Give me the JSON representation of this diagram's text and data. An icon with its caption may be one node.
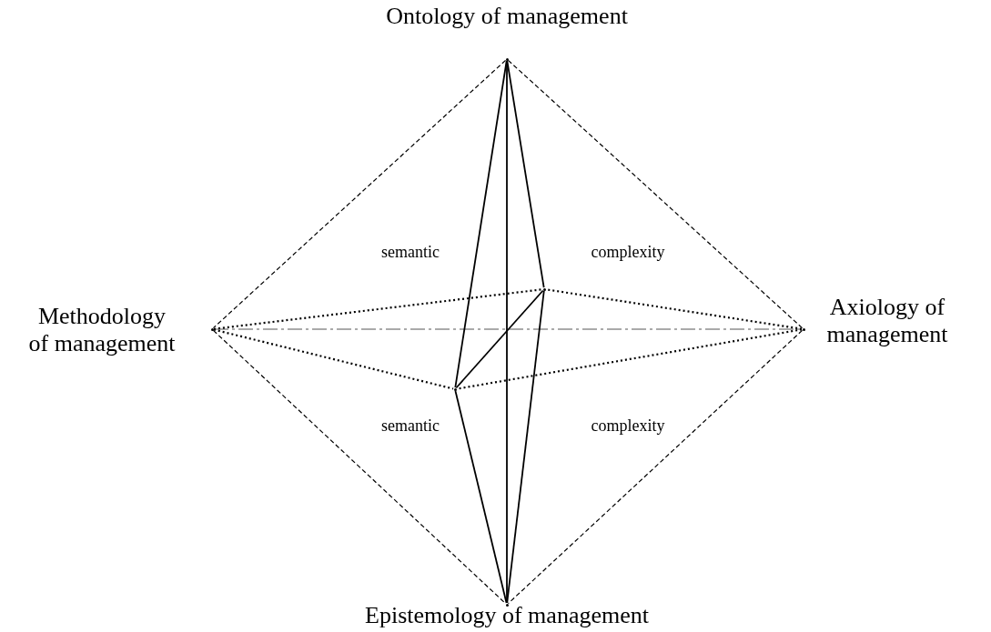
{
  "diagram": {
    "nodes": [
      {
        "text": [],
        "shape": "point",
        "beside": [
          "Ontology of management"
        ]
      },
      {
        "text": [],
        "shape": "point",
        "beside": [
          "Methodology of management"
        ]
      },
      {
        "text": [],
        "shape": "point",
        "beside": [
          "Axiology of management"
        ]
      },
      {
        "text": [],
        "shape": "point",
        "beside": [
          "Epistemology of management"
        ]
      },
      {
        "text": [],
        "shape": "point"
      },
      {
        "text": [],
        "shape": "point"
      }
    ],
    "edges": [
      {
        "from": 0,
        "to": 1,
        "arrow": "none",
        "style": "dashed"
      },
      {
        "from": 0,
        "to": 2,
        "arrow": "none",
        "style": "dashed"
      },
      {
        "from": 1,
        "to": 3,
        "arrow": "none",
        "style": "dashed"
      },
      {
        "from": 2,
        "to": 3,
        "arrow": "none",
        "style": "dashed"
      },
      {
        "from": 1,
        "to": 2,
        "arrow": "none",
        "style": "dashed"
      },
      {
        "from": 0,
        "to": 3,
        "arrow": "none"
      },
      {
        "from": 0,
        "to": 4,
        "arrow": "none"
      },
      {
        "from": 0,
        "to": 5,
        "arrow": "none"
      },
      {
        "from": 3,
        "to": 4,
        "arrow": "none"
      },
      {
        "from": 3,
        "to": 5,
        "arrow": "none"
      },
      {
        "from": 4,
        "to": 5,
        "arrow": "none"
      },
      {
        "from": 1,
        "to": 4,
        "arrow": "none",
        "style": "dashed"
      },
      {
        "from": 1,
        "to": 5,
        "arrow": "none",
        "style": "dashed"
      },
      {
        "from": 2,
        "to": 4,
        "arrow": "none",
        "style": "dashed"
      },
      {
        "from": 2,
        "to": 5,
        "arrow": "none",
        "style": "dashed"
      }
    ],
    "labels": [
      "semantic",
      "complexity",
      "semantic",
      "complexity"
    ]
  }
}
